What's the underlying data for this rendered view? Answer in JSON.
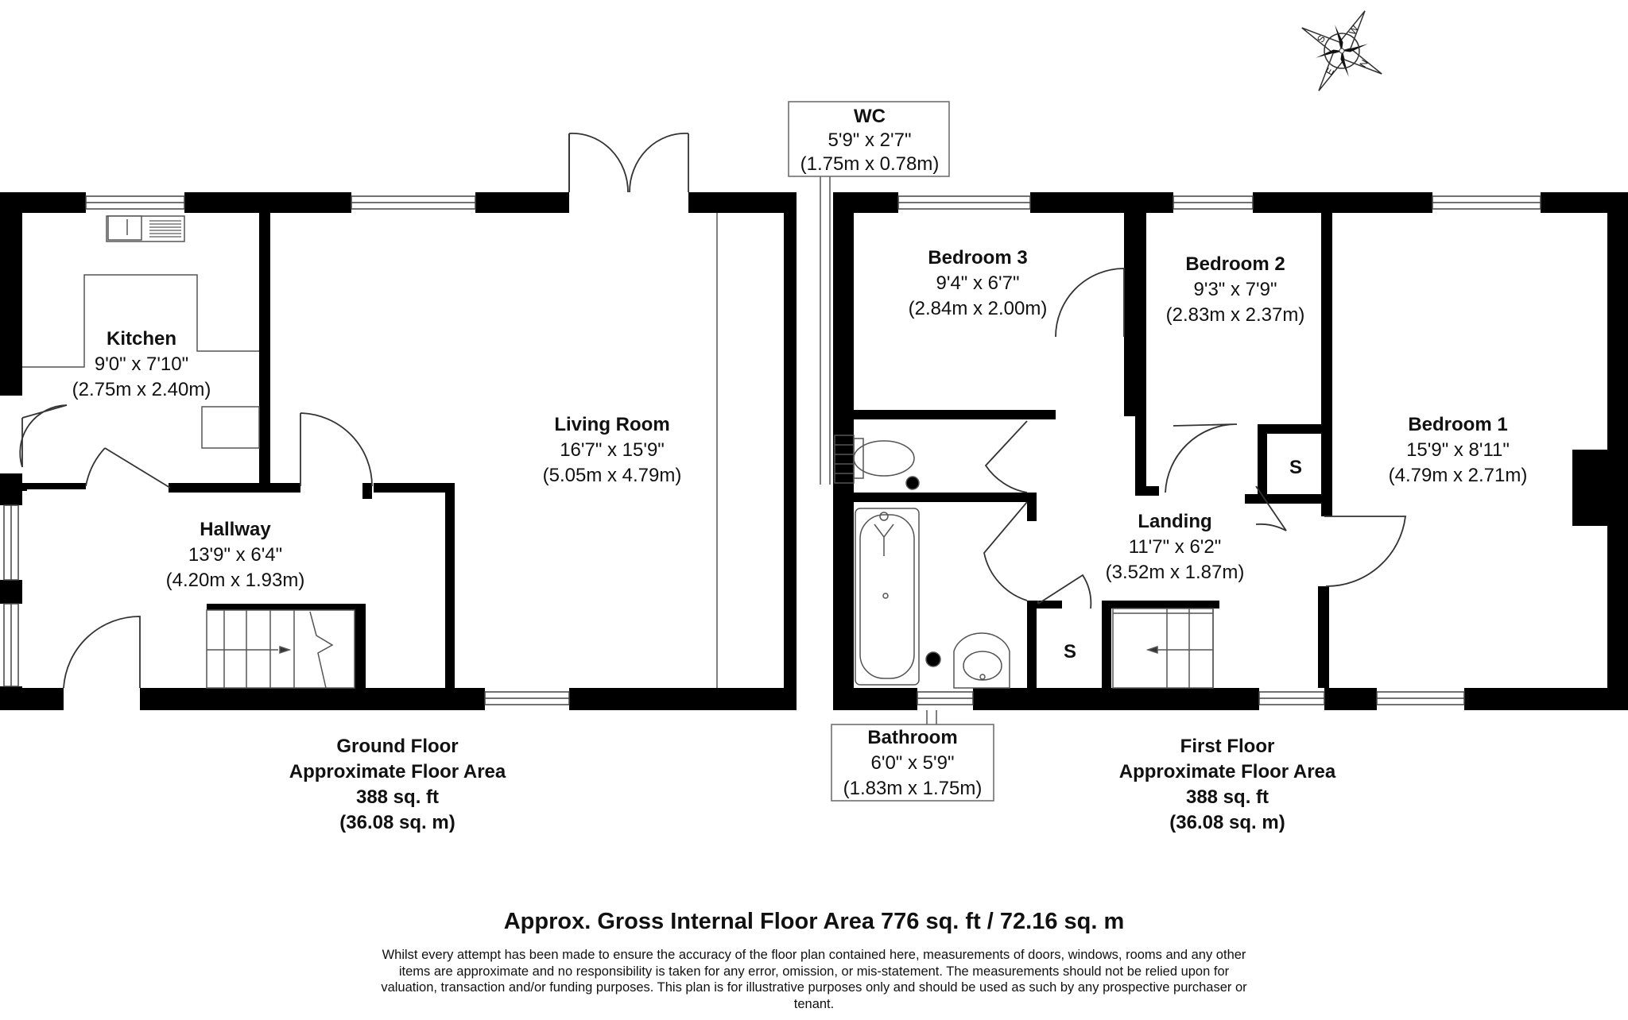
{
  "rooms": {
    "kitchen": {
      "name": "Kitchen",
      "imperial": "9'0\" x 7'10\"",
      "metric": "(2.75m x 2.40m)"
    },
    "living_room": {
      "name": "Living Room",
      "imperial": "16'7\" x 15'9\"",
      "metric": "(5.05m x 4.79m)"
    },
    "hallway": {
      "name": "Hallway",
      "imperial": "13'9\" x 6'4\"",
      "metric": "(4.20m x 1.93m)"
    },
    "wc": {
      "name": "WC",
      "imperial": "5'9\" x 2'7\"",
      "metric": "(1.75m x 0.78m)"
    },
    "bedroom_3": {
      "name": "Bedroom 3",
      "imperial": "9'4\" x 6'7\"",
      "metric": "(2.84m x 2.00m)"
    },
    "bedroom_2": {
      "name": "Bedroom 2",
      "imperial": "9'3\" x 7'9\"",
      "metric": "(2.83m x 2.37m)"
    },
    "bedroom_1": {
      "name": "Bedroom 1",
      "imperial": "15'9\" x 8'11\"",
      "metric": "(4.79m x 2.71m)"
    },
    "landing": {
      "name": "Landing",
      "imperial": "11'7\" x 6'2\"",
      "metric": "(3.52m x 1.87m)"
    },
    "bathroom": {
      "name": "Bathroom",
      "imperial": "6'0\" x 5'9\"",
      "metric": "(1.83m x 1.75m)"
    }
  },
  "storage_label": "S",
  "compass": {
    "letters": [
      "S",
      "W",
      "N",
      "E"
    ]
  },
  "floors": {
    "ground": {
      "line1": "Ground Floor",
      "line2": "Approximate Floor Area",
      "line3": "388 sq. ft",
      "line4": "(36.08 sq. m)"
    },
    "first": {
      "line1": "First Floor",
      "line2": "Approximate Floor Area",
      "line3": "388 sq. ft",
      "line4": "(36.08 sq. m)"
    }
  },
  "gross_area": "Approx. Gross Internal Floor Area 776 sq. ft / 72.16 sq. m",
  "disclaimer": "Whilst every attempt has been made to ensure the accuracy of the floor plan contained here, measurements of doors, windows, rooms and any other items are approximate and no responsibility is taken for any error, omission, or mis-statement. The measurements should not be relied upon for valuation, transaction and/or funding purposes. This plan is for illustrative purposes only and should be used as such by any prospective purchaser or tenant.",
  "colors": {
    "wall": "#000000",
    "line": "#555555",
    "background": "#ffffff"
  }
}
